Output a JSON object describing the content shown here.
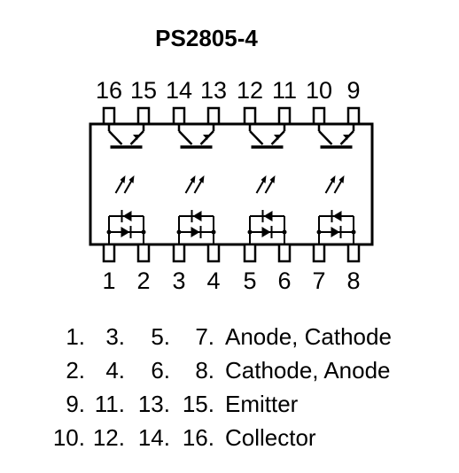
{
  "title": "PS2805-4",
  "top_pins": [
    "16",
    "15",
    "14",
    "13",
    "12",
    "11",
    "10",
    "9"
  ],
  "bottom_pins": [
    "1",
    "2",
    "3",
    "4",
    "5",
    "6",
    "7",
    "8"
  ],
  "legend": [
    {
      "pins": [
        "1.",
        "3.",
        "5.",
        "7."
      ],
      "function": "Anode, Cathode"
    },
    {
      "pins": [
        "2.",
        "4.",
        "6.",
        "8."
      ],
      "function": "Cathode, Anode"
    },
    {
      "pins": [
        "9.",
        "11.",
        "13.",
        "15."
      ],
      "function": "Emitter"
    },
    {
      "pins": [
        "10.",
        "12.",
        "14.",
        "16."
      ],
      "function": "Collector"
    }
  ]
}
